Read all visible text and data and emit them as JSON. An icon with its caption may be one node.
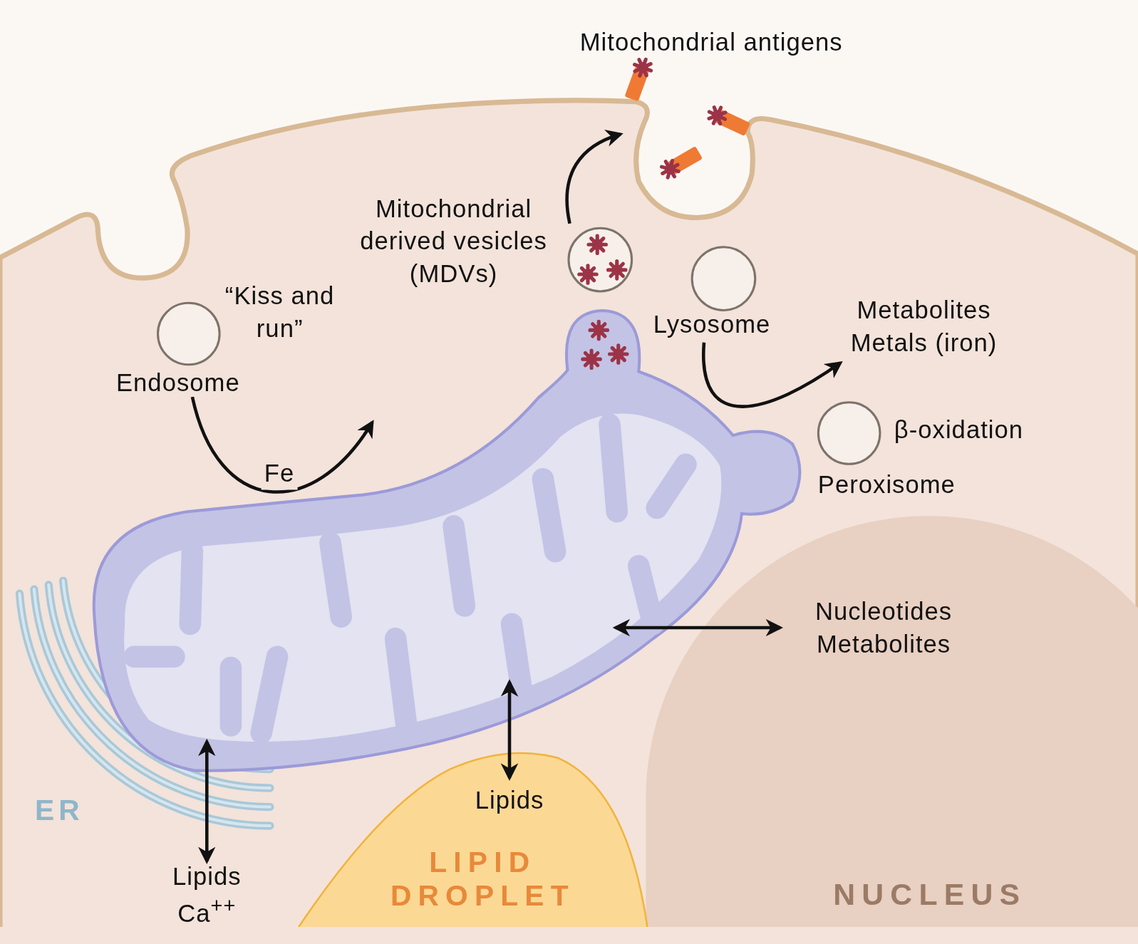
{
  "diagram": {
    "nodes": [
      {
        "text": [
          "Endosome"
        ],
        "beside": [
          "“Kiss and run”"
        ]
      },
      {
        "text": [
          "Mitochondrial derived vesicles (MDVs)"
        ]
      },
      {
        "text": [
          "Lysosome"
        ]
      },
      {
        "text": [
          "Metabolites Metals (iron)"
        ]
      },
      {
        "text": [
          "Peroxisome"
        ],
        "beside": [
          "β-oxidation"
        ]
      },
      {
        "text": [],
        "shape": "picture"
      },
      {
        "text": [
          "NUCLEUS"
        ]
      },
      {
        "text": [
          "Nucleotides Metabolites"
        ],
        "in": 6
      },
      {
        "text": [
          "Lipids",
          "LIPID DROPLET"
        ]
      },
      {
        "text": [
          "ER"
        ]
      },
      {
        "text": [
          "Lipids Ca$^{++}$"
        ]
      }
    ],
    "edges": [
      {
        "from": 0,
        "to": null,
        "arrow": "to",
        "label": "Fe"
      },
      {
        "from": 1,
        "to": null,
        "arrow": "to"
      },
      {
        "from": 2,
        "to": 3,
        "arrow": "to"
      },
      {
        "from": 5,
        "to": 7,
        "arrow": "both"
      },
      {
        "from": 5,
        "to": 8,
        "arrow": "both"
      },
      {
        "from": 5,
        "to": 10,
        "arrow": "both"
      }
    ],
    "labels": [
      "Mitochondrial antigens"
    ]
  }
}
